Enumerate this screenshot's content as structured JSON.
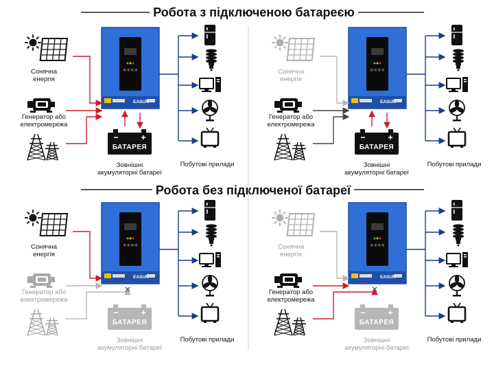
{
  "titles": {
    "with_battery": "Робота з підключеною батареєю",
    "without_battery": "Робота без підключеної батареї"
  },
  "labels": {
    "solar": [
      "Сонячна",
      "енергія"
    ],
    "generator": [
      "Генератор або",
      "електромережа"
    ],
    "battery_word": "БАТАРЕЯ",
    "battery_caption": [
      "Зовнішні",
      "акумуляторні батареї"
    ],
    "appliances": "Побутові прилади"
  },
  "inverter_logo": "EASUN",
  "colors": {
    "active_line": "#cc1f2a",
    "output_line": "#1b3a8c",
    "inactive_line": "#b5b5b5",
    "idle_line": "#444444",
    "inverter_blue": "#2f6fd6",
    "inverter_dark": "#1f4fa8",
    "panel_black": "#0b0b0b",
    "dim_gray": "#a8a8a8"
  },
  "scenarios": [
    {
      "id": "battery-solar",
      "solar": "active",
      "generator": "active",
      "grid": "active",
      "battery": "active"
    },
    {
      "id": "battery-grid",
      "solar": "inactive",
      "generator": "idle",
      "grid": "idle",
      "battery": "active"
    },
    {
      "id": "solar-only",
      "solar": "active",
      "generator": "inactive",
      "grid": "inactive",
      "battery": "inactive"
    },
    {
      "id": "grid-only",
      "solar": "inactive",
      "generator": "active",
      "grid": "active",
      "battery": "inactive"
    }
  ]
}
